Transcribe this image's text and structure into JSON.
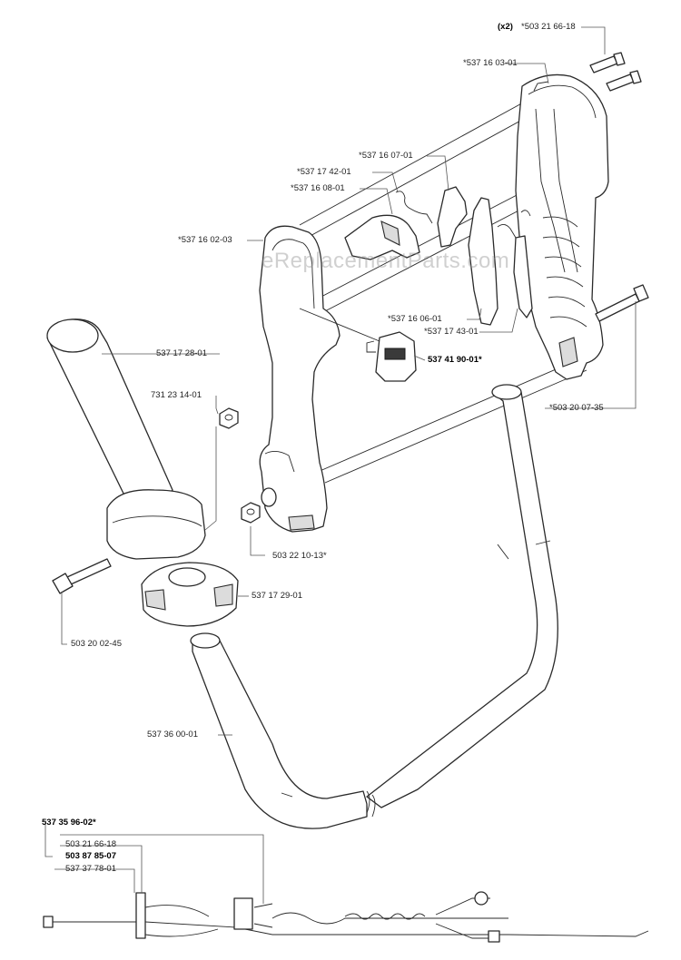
{
  "watermark": "eReplacementParts.com",
  "labels": {
    "screw_top_qty": "(x2)",
    "screw_top": "*503 21 66-18",
    "handle_cover": "*537 16 03-01",
    "part_160701": "*537 16 07-01",
    "part_174201": "*537 17 42-01",
    "part_160801": "*537 16 08-01",
    "handle_housing": "*537 16 02-03",
    "part_160601": "*537 16 06-01",
    "part_174301": "*537 17 43-01",
    "switch": "537 41 90-01*",
    "screw_right": "*503 20 07-35",
    "grip": "537 17 28-01",
    "nut_small": "731 23 14-01",
    "nut_center": "503 22 10-13*",
    "clamp": "537 17 29-01",
    "screw_left": "503 20 02-45",
    "handlebar": "537 36 00-01",
    "cable_kit": "537 35 96-02*",
    "cable_screw": "503 21 66-18",
    "cable_part": "503 87 85-07",
    "cable_part2": "537 37 78-01"
  }
}
